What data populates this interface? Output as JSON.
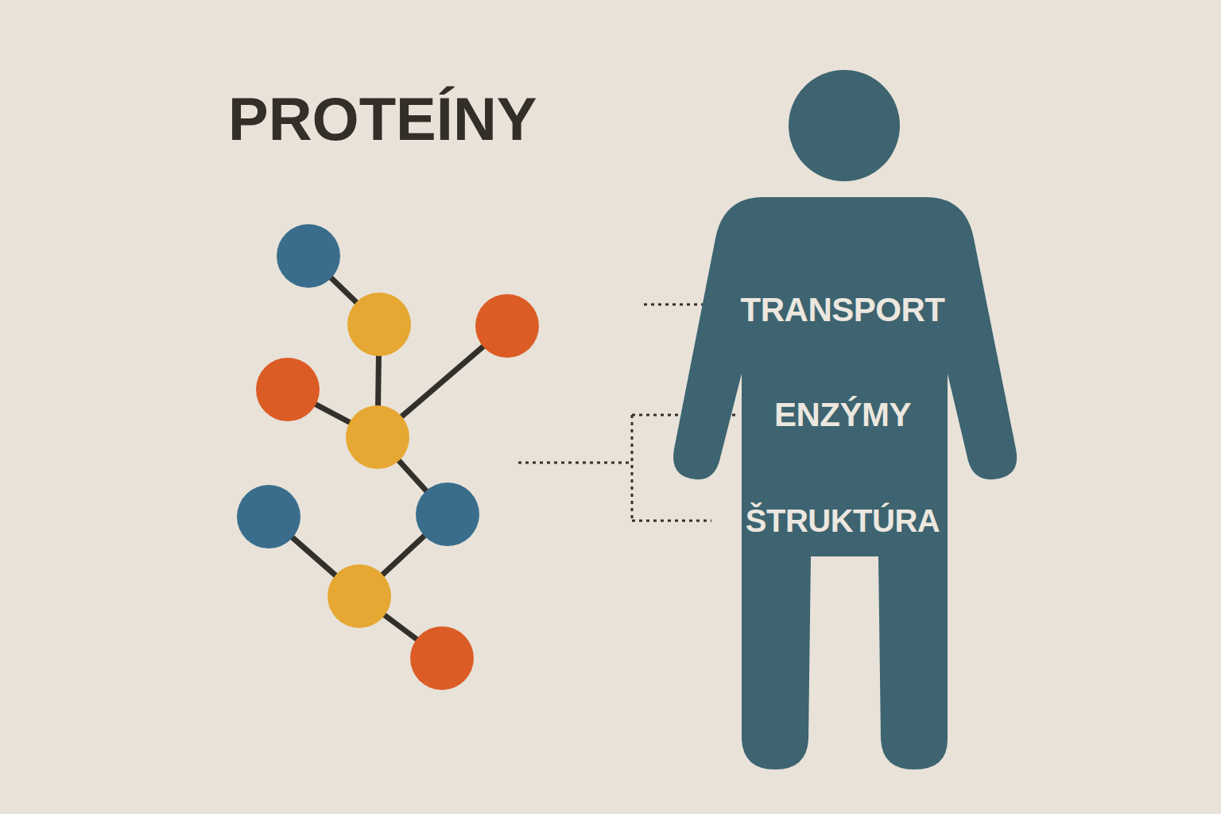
{
  "diagram": {
    "title": "PROTEÍNY",
    "nodes": [
      {
        "text": [
          "TRANSPORT",
          "ENZÝMY",
          "ŠTRUKTÚRA"
        ]
      }
    ]
  }
}
